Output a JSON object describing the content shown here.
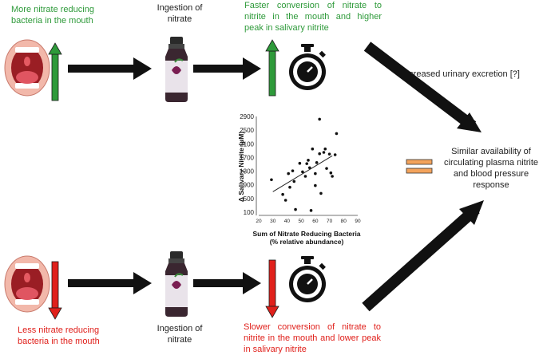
{
  "top": {
    "bacteria_label": "More nitrate reducing bacteria in the mouth",
    "ingestion_label": "Ingestion of nitrate",
    "conversion_label": "Faster conversion of nitrate to nitrite in the mouth and higher peak in salivary nitrite",
    "urinary_label": "Increased urinary excretion [?]"
  },
  "bottom": {
    "bacteria_label": "Less nitrate reducing bacteria in the mouth",
    "ingestion_label": "Ingestion of nitrate",
    "conversion_label": "Slower conversion of nitrate to nitrite in the mouth and lower peak in salivary nitrite"
  },
  "outcome_label": "Similar availability of circulating plasma nitrite and blood pressure response",
  "colors": {
    "green": "#2e9a3a",
    "red": "#e0201b",
    "equals": "#f3a35c"
  },
  "icons": [
    "mouth-icon",
    "juice-bottle-icon",
    "stopwatch-icon",
    "up-arrow-icon",
    "down-arrow-icon",
    "equals-icon"
  ],
  "chart_data": {
    "type": "scatter",
    "ylabel": "Δ Salivary Nitrite (μM)",
    "xlabel_line1": "Sum of Nitrate Reducing Bacteria",
    "xlabel_line2": "(% relative abundance)",
    "xlim": [
      20,
      90
    ],
    "ylim": [
      100,
      2900
    ],
    "xticks": [
      20,
      30,
      40,
      50,
      60,
      70,
      80,
      90
    ],
    "yticks": [
      100,
      500,
      900,
      1300,
      1700,
      2100,
      2500,
      2900
    ],
    "points": [
      [
        29,
        1050
      ],
      [
        37,
        620
      ],
      [
        39,
        450
      ],
      [
        41,
        1230
      ],
      [
        42,
        830
      ],
      [
        44,
        1310
      ],
      [
        45,
        1000
      ],
      [
        46,
        180
      ],
      [
        49,
        1530
      ],
      [
        51,
        1280
      ],
      [
        53,
        1150
      ],
      [
        54,
        1520
      ],
      [
        55,
        1620
      ],
      [
        56,
        1400
      ],
      [
        57,
        150
      ],
      [
        58,
        1950
      ],
      [
        60,
        1230
      ],
      [
        60,
        880
      ],
      [
        61,
        1550
      ],
      [
        63,
        1810
      ],
      [
        63,
        2820
      ],
      [
        64,
        650
      ],
      [
        66,
        1850
      ],
      [
        67,
        1950
      ],
      [
        68,
        1380
      ],
      [
        70,
        1800
      ],
      [
        71,
        1250
      ],
      [
        72,
        1150
      ],
      [
        74,
        1780
      ],
      [
        75,
        2400
      ]
    ],
    "trendline": [
      [
        30,
        700
      ],
      [
        72,
        1750
      ]
    ]
  }
}
